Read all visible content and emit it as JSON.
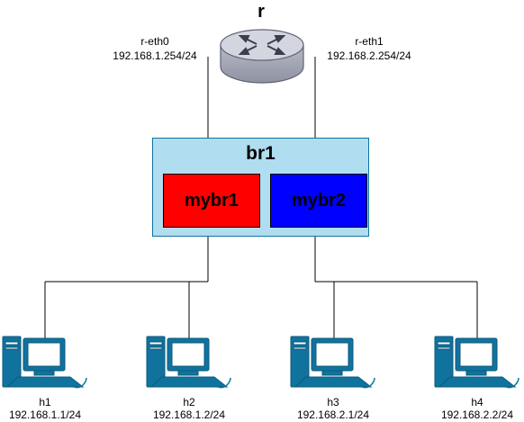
{
  "router": {
    "name": "r",
    "if0": {
      "name": "r-eth0",
      "ip": "192.168.1.254/24"
    },
    "if1": {
      "name": "r-eth1",
      "ip": "192.168.2.254/24"
    }
  },
  "bridge": {
    "name": "br1",
    "subs": [
      {
        "name": "mybr1",
        "color": "#ff0000"
      },
      {
        "name": "mybr2",
        "color": "#0000ff"
      }
    ]
  },
  "hosts": [
    {
      "name": "h1",
      "ip": "192.168.1.1/24"
    },
    {
      "name": "h2",
      "ip": "192.168.1.2/24"
    },
    {
      "name": "h3",
      "ip": "192.168.2.1/24"
    },
    {
      "name": "h4",
      "ip": "192.168.2.2/24"
    }
  ],
  "colors": {
    "bridge_fill": "#b1ddf0",
    "bridge_border": "#10739e",
    "host_icon": "#10739e",
    "router_body": "#a8abb8"
  }
}
